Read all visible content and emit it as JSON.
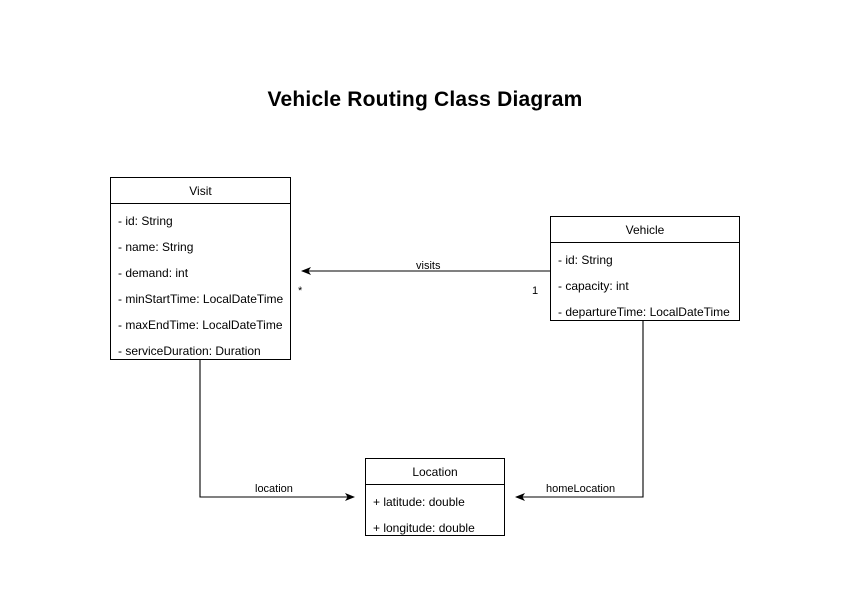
{
  "title": "Vehicle Routing Class Diagram",
  "theme": {
    "background": "#ffffff",
    "stroke": "#000000",
    "fill": "#ffffff",
    "text": "#000000"
  },
  "diagram": {
    "type": "uml-class-diagram",
    "classes": [
      {
        "id": "visit",
        "name": "Visit",
        "attributes": [
          "- id: String",
          "- name: String",
          "- demand: int",
          "- minStartTime: LocalDateTime",
          "- maxEndTime: LocalDateTime",
          "- serviceDuration: Duration"
        ]
      },
      {
        "id": "vehicle",
        "name": "Vehicle",
        "attributes": [
          "- id: String",
          "- capacity: int",
          "- departureTime: LocalDateTime"
        ]
      },
      {
        "id": "location",
        "name": "Location",
        "attributes": [
          "+ latitude: double",
          "+ longitude: double"
        ]
      }
    ],
    "relationships": [
      {
        "id": "visits",
        "label": "visits",
        "from": "vehicle",
        "to": "visit",
        "source_multiplicity": "1",
        "target_multiplicity": "*"
      },
      {
        "id": "location",
        "label": "location",
        "from": "visit",
        "to": "location",
        "source_multiplicity": "",
        "target_multiplicity": ""
      },
      {
        "id": "homeLocation",
        "label": "homeLocation",
        "from": "vehicle",
        "to": "location",
        "source_multiplicity": "",
        "target_multiplicity": ""
      }
    ]
  }
}
